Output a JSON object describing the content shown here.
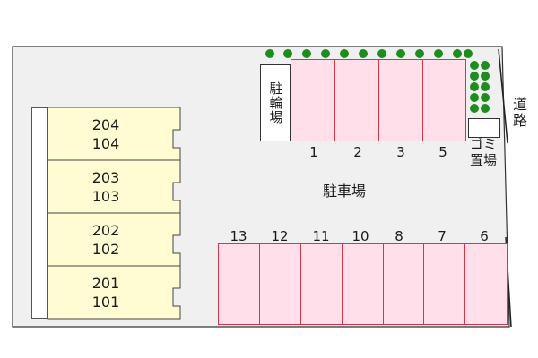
{
  "road_label": "道路",
  "parking_title": "駐車場",
  "bike_label": "駐輪場",
  "garbage_label_line1": "ゴミ",
  "garbage_label_line2": "置場",
  "building_units": [
    {
      "upper": "204",
      "lower": "104"
    },
    {
      "upper": "203",
      "lower": "103"
    },
    {
      "upper": "202",
      "lower": "102"
    },
    {
      "upper": "201",
      "lower": "101"
    }
  ],
  "top_parking": [
    "1",
    "2",
    "3",
    "5"
  ],
  "bottom_parking": [
    "13",
    "12",
    "11",
    "10",
    "8",
    "7",
    "6"
  ],
  "colors": {
    "lot": "#f0f0f0",
    "building": "#fffbd2",
    "parking_fill": "#ffe0ea",
    "parking_border": "#d8344a",
    "tree": "#1e8c1e"
  }
}
